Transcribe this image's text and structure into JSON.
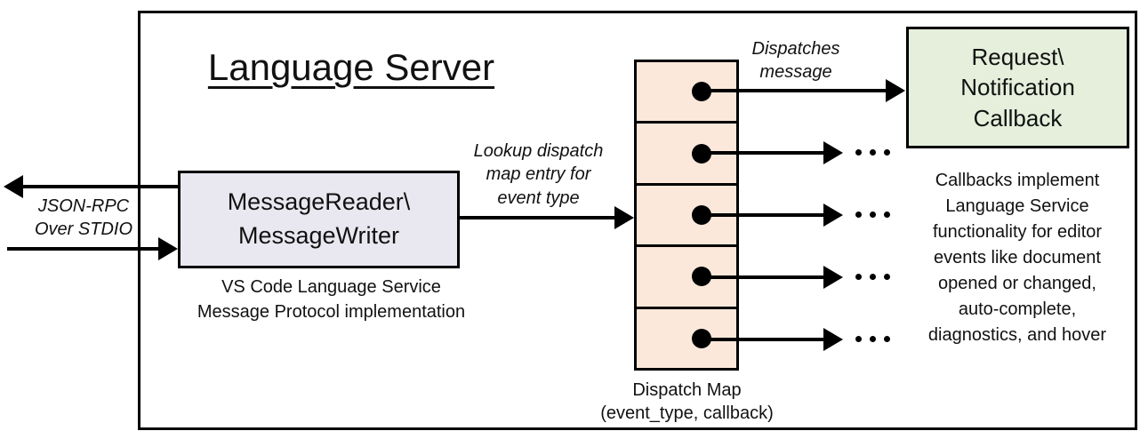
{
  "diagram": {
    "title": "Language Server",
    "message_reader_box": {
      "label": "MessageReader\\\nMessageWriter",
      "caption": "VS Code Language Service\nMessage Protocol implementation",
      "fill": "#e9e8f0"
    },
    "stdio_label": "JSON-RPC\nOver STDIO",
    "lookup_label": "Lookup dispatch\nmap entry for\nevent type",
    "dispatches_label": "Dispatches\nmessage",
    "dispatch_map": {
      "caption": "Dispatch Map\n(event_type, callback)",
      "fill": "#fbe8da",
      "row_count": 5
    },
    "callback_box": {
      "label": "Request\\\nNotification\nCallback",
      "fill": "#e5efdc"
    },
    "callbacks_note": "Callbacks implement\nLanguage Service\nfunctionality for editor\nevents like document\nopened or changed,\nauto-complete,\ndiagnostics, and hover"
  }
}
